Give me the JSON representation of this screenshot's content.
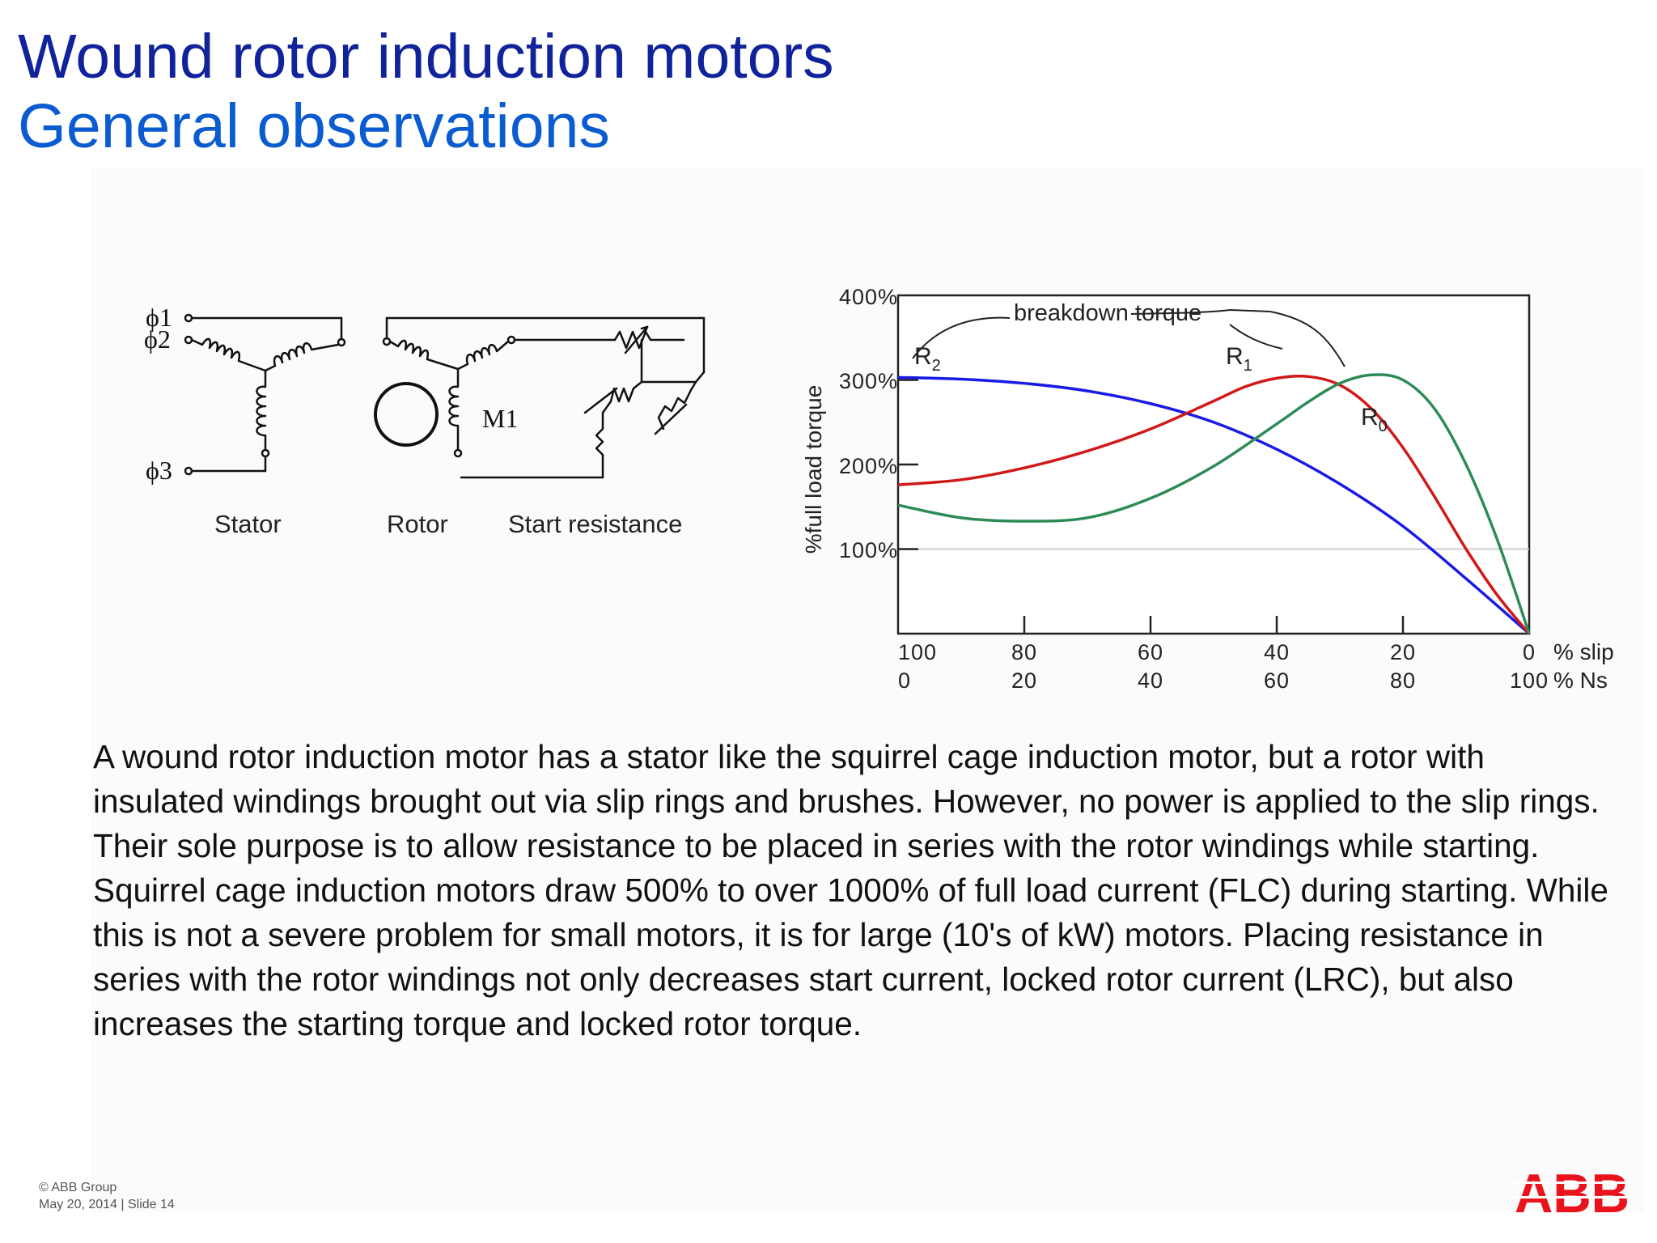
{
  "header": {
    "title": "Wound rotor induction motors",
    "subtitle": "General observations"
  },
  "schematic": {
    "phase_labels": [
      "ϕ1",
      "ϕ2",
      "ϕ3"
    ],
    "motor_label": "M1",
    "captions": [
      "Stator",
      "Rotor",
      "Start resistance"
    ]
  },
  "chart_data": {
    "type": "line",
    "title": "",
    "ylabel": "%full load torque",
    "xlabel": "% slip",
    "x_secondary_label": "% Ns",
    "y_tick_labels": [
      "400%",
      "300%",
      "200%",
      "100%"
    ],
    "x_slip_ticks": [
      "100",
      "80",
      "60",
      "40",
      "20",
      "0"
    ],
    "x_ns_ticks": [
      "0",
      "20",
      "40",
      "60",
      "80",
      "100"
    ],
    "xlim": [
      100,
      0
    ],
    "ylim": [
      0,
      400
    ],
    "annotation": "breakdown torque",
    "colors": {
      "R2": "#1a1ae6",
      "R1": "#d01919",
      "R0": "#2e8b57"
    },
    "series": [
      {
        "name": "R2",
        "label_main": "R",
        "label_sub": "2",
        "color": "#1a1ae6",
        "points": [
          [
            100,
            303
          ],
          [
            90,
            301
          ],
          [
            80,
            296
          ],
          [
            70,
            287
          ],
          [
            60,
            272
          ],
          [
            50,
            250
          ],
          [
            40,
            218
          ],
          [
            30,
            177
          ],
          [
            20,
            127
          ],
          [
            10,
            65
          ],
          [
            0,
            0
          ]
        ]
      },
      {
        "name": "R1",
        "label_main": "R",
        "label_sub": "1",
        "color": "#d01919",
        "points": [
          [
            100,
            176
          ],
          [
            90,
            182
          ],
          [
            80,
            196
          ],
          [
            70,
            216
          ],
          [
            60,
            242
          ],
          [
            50,
            275
          ],
          [
            45,
            292
          ],
          [
            40,
            302
          ],
          [
            35,
            304
          ],
          [
            30,
            294
          ],
          [
            25,
            266
          ],
          [
            20,
            220
          ],
          [
            15,
            162
          ],
          [
            10,
            100
          ],
          [
            5,
            45
          ],
          [
            0,
            0
          ]
        ]
      },
      {
        "name": "R0",
        "label_main": "R",
        "label_sub": "0",
        "color": "#2e8b57",
        "points": [
          [
            100,
            152
          ],
          [
            90,
            137
          ],
          [
            80,
            133
          ],
          [
            70,
            137
          ],
          [
            60,
            160
          ],
          [
            50,
            198
          ],
          [
            40,
            248
          ],
          [
            35,
            274
          ],
          [
            30,
            296
          ],
          [
            25,
            306
          ],
          [
            20,
            300
          ],
          [
            15,
            266
          ],
          [
            10,
            200
          ],
          [
            5,
            110
          ],
          [
            0,
            0
          ]
        ]
      }
    ]
  },
  "body": {
    "p1": "A wound rotor induction motor has a stator like the squirrel cage induction motor, but a rotor with insulated windings brought out via slip rings and brushes. However, no power is applied to the slip rings. Their sole purpose is to allow resistance to be placed in series with the rotor windings while starting.",
    "p2": "Squirrel cage induction motors draw 500% to over 1000% of full load current (FLC) during starting. While this is not a severe problem for small motors, it is for large (10's of kW) motors. Placing resistance in series with the rotor windings not only decreases start current, locked rotor current (LRC), but also increases the starting torque and locked rotor torque."
  },
  "footer": {
    "copyright": "© ABB Group",
    "date_slide": "May 20, 2014 | Slide 14"
  },
  "logo": {
    "text": "ABB",
    "color": "#e8131c"
  }
}
